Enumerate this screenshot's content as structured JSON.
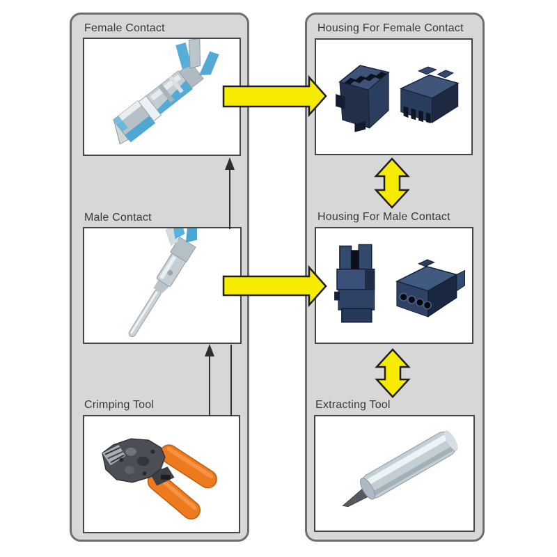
{
  "diagram": {
    "left_panel": {
      "sections": [
        {
          "label": "Female Contact",
          "image": "female-contact-photo"
        },
        {
          "label": "Male Contact",
          "image": "male-contact-photo"
        },
        {
          "label": "Crimping Tool",
          "image": "crimping-tool-photo"
        }
      ]
    },
    "right_panel": {
      "sections": [
        {
          "label": "Housing For Female Contact",
          "image": "female-housing-photo"
        },
        {
          "label": "Housing For Male Contact",
          "image": "male-housing-photo"
        },
        {
          "label": "Extracting Tool",
          "image": "extracting-tool-photo"
        }
      ]
    },
    "connections": [
      {
        "from": "Female Contact",
        "to": "Housing For Female Contact",
        "style": "block-arrow",
        "direction": "right"
      },
      {
        "from": "Male Contact",
        "to": "Housing For Male Contact",
        "style": "block-arrow",
        "direction": "right"
      },
      {
        "from": "Housing For Female Contact",
        "to": "Housing For Male Contact",
        "style": "block-arrow",
        "direction": "both-vertical"
      },
      {
        "from": "Housing For Male Contact",
        "to": "Extracting Tool",
        "style": "block-arrow",
        "direction": "both-vertical"
      },
      {
        "from": "Crimping Tool",
        "to": "Male Contact",
        "style": "thin-line-arrow",
        "direction": "up"
      },
      {
        "from": "Crimping Tool",
        "to": "Female Contact",
        "style": "thin-line-arrow",
        "direction": "up"
      }
    ],
    "colors": {
      "panel_fill": "#d7d7d7",
      "panel_border": "#6e6e6e",
      "box_border": "#454545",
      "label_text": "#383838",
      "arrow_yellow": "#f7ec00",
      "arrow_outline": "#1f1f1f",
      "thin_arrow": "#2e2e2e",
      "housing_navy": "#2e4266",
      "contact_silver": "#c4cdd2",
      "contact_blue": "#54abd5",
      "handle_orange": "#ee7a1e"
    }
  }
}
